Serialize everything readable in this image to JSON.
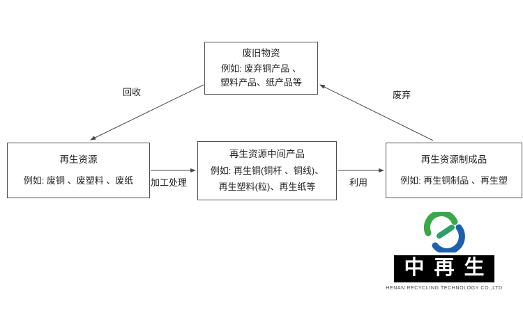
{
  "diagram": {
    "boxes": {
      "waste": {
        "title": "废旧物资",
        "lines": [
          "例如: 废弃铜产品 、",
          "塑料产品、纸产品等"
        ]
      },
      "resource": {
        "title": "再生资源",
        "lines": [
          "例如: 废铜 、废塑料 、废纸"
        ]
      },
      "intermediate": {
        "title": "再生资源中间产品",
        "lines": [
          "例如: 再生铜(铜杆 、铜线)、",
          "再生塑料(粒)、再生纸等"
        ]
      },
      "finished": {
        "title": "再生资源制成品",
        "lines": [
          "例如: 再生铜制品 、再生塑"
        ]
      }
    },
    "edges": {
      "recycle": "回收",
      "discard": "废弃",
      "process": "加工处理",
      "use": "利用"
    },
    "line_color": "#4a4a4a"
  },
  "logo": {
    "wordmark": "中再生",
    "subtitle": "HENAN RECYCLING TECHNOLOGY CO.,LTD",
    "icon": "recycle-swirl-icon",
    "colors": {
      "green": "#3aa748",
      "teal": "#2e9e6b",
      "blue": "#1e5fae",
      "bar": "#000000"
    }
  }
}
